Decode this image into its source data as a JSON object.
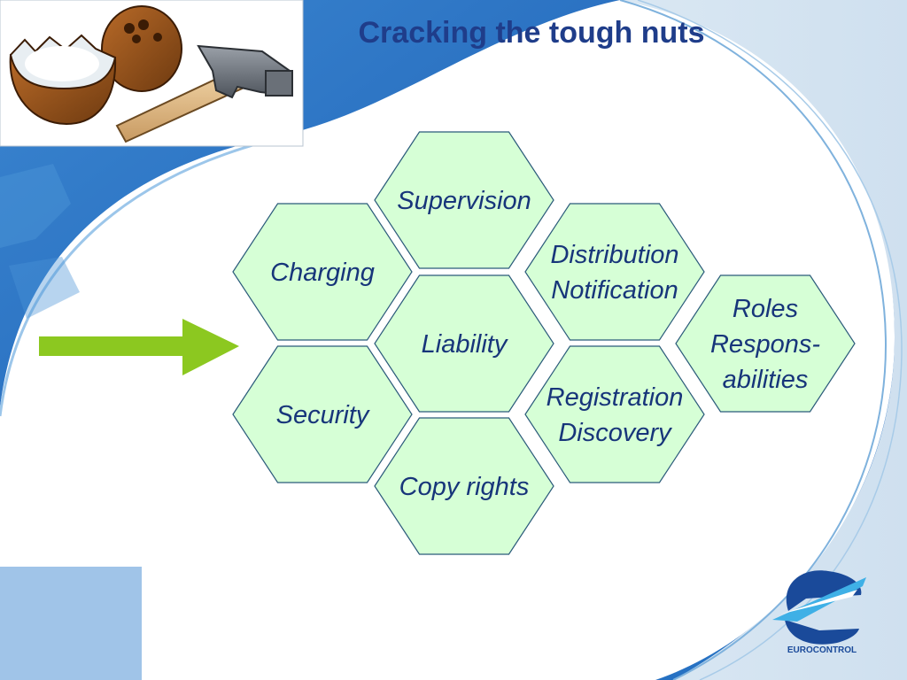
{
  "slide": {
    "title": "Cracking the tough nuts"
  },
  "colors": {
    "title": "#1f3d8a",
    "hex_fill": "#d6ffd6",
    "hex_stroke": "#2a5a7a",
    "hex_text": "#17357a",
    "arrow": "#8cc820",
    "swoosh_blue": "#1f6fc4",
    "swoosh_light": "#5fa8e0"
  },
  "hexagons": [
    {
      "id": "supervision",
      "lines": [
        "Supervision"
      ]
    },
    {
      "id": "charging",
      "lines": [
        "Charging"
      ]
    },
    {
      "id": "distribution",
      "lines": [
        "Distribution",
        "Notification"
      ]
    },
    {
      "id": "liability",
      "lines": [
        "Liability"
      ]
    },
    {
      "id": "roles",
      "lines": [
        "Roles",
        "Respons-",
        "abilities"
      ]
    },
    {
      "id": "security",
      "lines": [
        "Security"
      ]
    },
    {
      "id": "registration",
      "lines": [
        "Registration",
        "Discovery"
      ]
    },
    {
      "id": "copyrights",
      "lines": [
        "Copy rights"
      ]
    }
  ],
  "logo": {
    "label": "EUROCONTROL",
    "icon": "eurocontrol-logo-icon"
  },
  "clipart": {
    "icon": "coconut-and-hammer-icon"
  },
  "arrow": {
    "icon": "right-arrow-icon"
  }
}
